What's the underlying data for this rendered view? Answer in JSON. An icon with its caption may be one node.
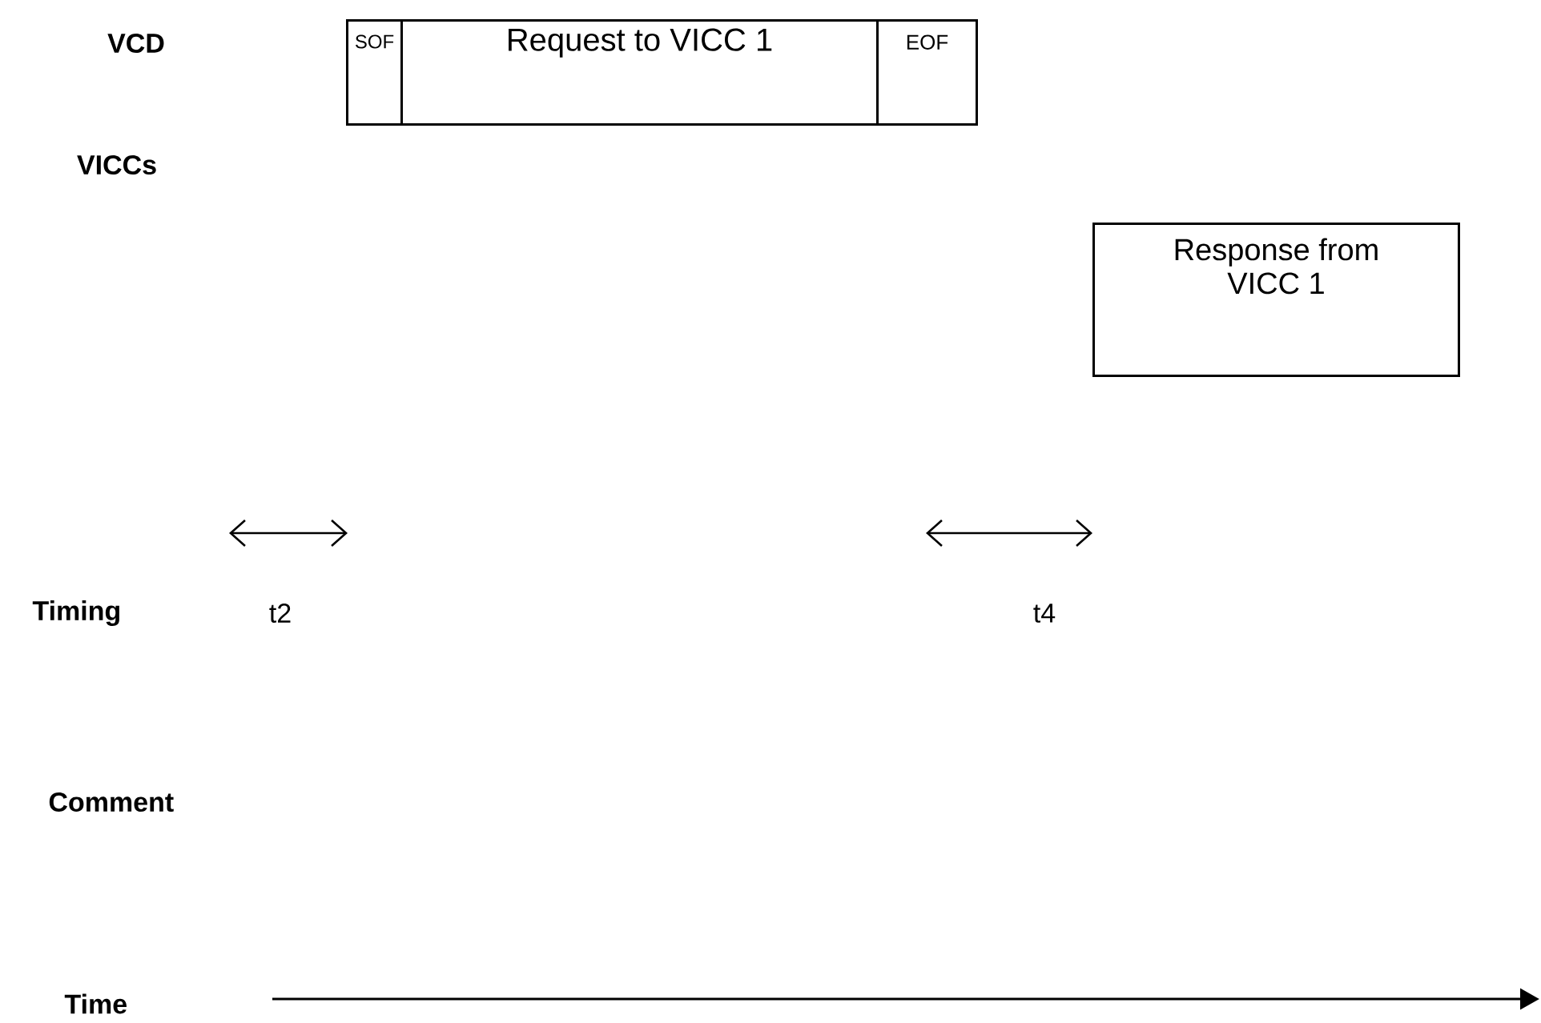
{
  "diagram": {
    "nodes": [
      {
        "text": [
          "SOF"
        ]
      },
      {
        "text": [
          "Request to VICC 1"
        ]
      },
      {
        "text": [
          "EOF"
        ]
      },
      {
        "text": [
          "Response from VICC 1"
        ]
      }
    ],
    "edges": [],
    "labels": [
      "VCD",
      "VICCs",
      "Timing",
      "t2",
      "t4",
      "Comment",
      "Time"
    ]
  }
}
